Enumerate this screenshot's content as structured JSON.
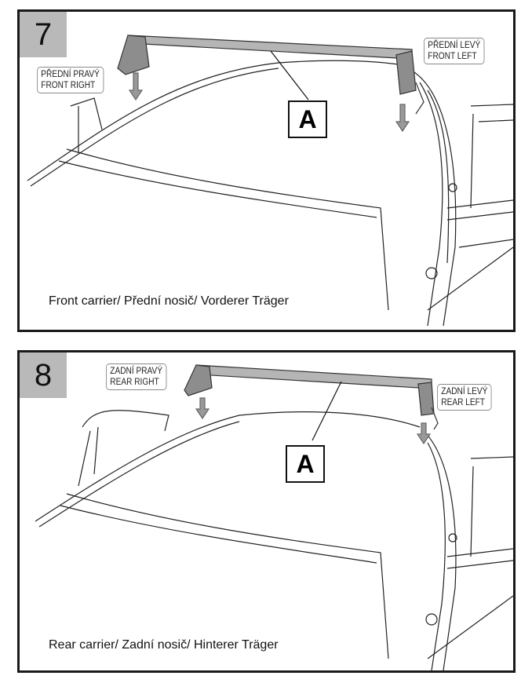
{
  "steps": [
    {
      "number": "7",
      "label_a": "A",
      "tag_right": {
        "line1": "PŘEDNÍ PRAVÝ",
        "line2": "FRONT RIGHT"
      },
      "tag_left": {
        "line1": "PŘEDNÍ LEVÝ",
        "line2": "FRONT LEFT"
      },
      "caption": "Front carrier/ Přední nosič/ Vorderer Träger"
    },
    {
      "number": "8",
      "label_a": "A",
      "tag_right": {
        "line1": "ZADNÍ PRAVÝ",
        "line2": "REAR RIGHT"
      },
      "tag_left": {
        "line1": "ZADNÍ LEVÝ",
        "line2": "REAR LEFT"
      },
      "caption": "Rear carrier/ Zadní nosič/ Hinterer Träger"
    }
  ]
}
